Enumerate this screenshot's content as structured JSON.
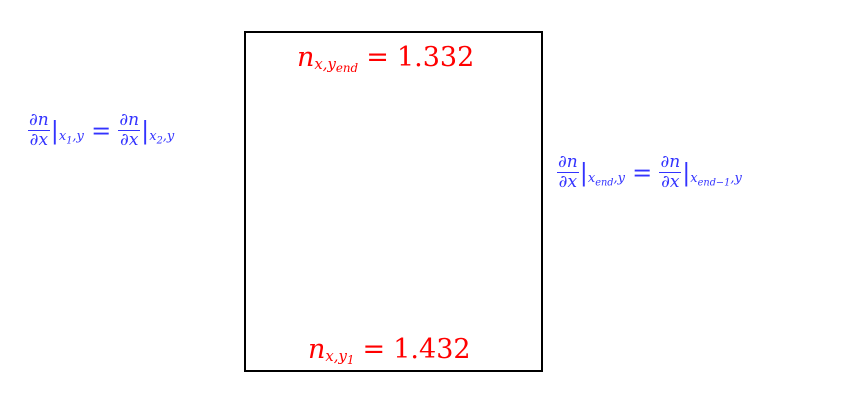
{
  "top_label": {
    "var": "n",
    "sub_main": "x,y",
    "sub_sub": "end",
    "op": "=",
    "value": "1.332",
    "color": "#ff0000"
  },
  "bottom_label": {
    "var": "n",
    "sub_main": "x,y",
    "sub_sub": "1",
    "op": "=",
    "value": "1.432",
    "color": "#ff0000"
  },
  "left_bc": {
    "num": "∂n",
    "den": "∂x",
    "eval1_main": "x",
    "eval1_sub": "1",
    "eval1_tail": ",y",
    "op": "=",
    "eval2_main": "x",
    "eval2_sub": "2",
    "eval2_tail": ",y",
    "color": "#3333ff"
  },
  "right_bc": {
    "num": "∂n",
    "den": "∂x",
    "eval1_main": "x",
    "eval1_sub": "end",
    "eval1_tail": ",y",
    "op": "=",
    "eval2_main": "x",
    "eval2_sub": "end−1",
    "eval2_tail": ",y",
    "color": "#3333ff"
  }
}
